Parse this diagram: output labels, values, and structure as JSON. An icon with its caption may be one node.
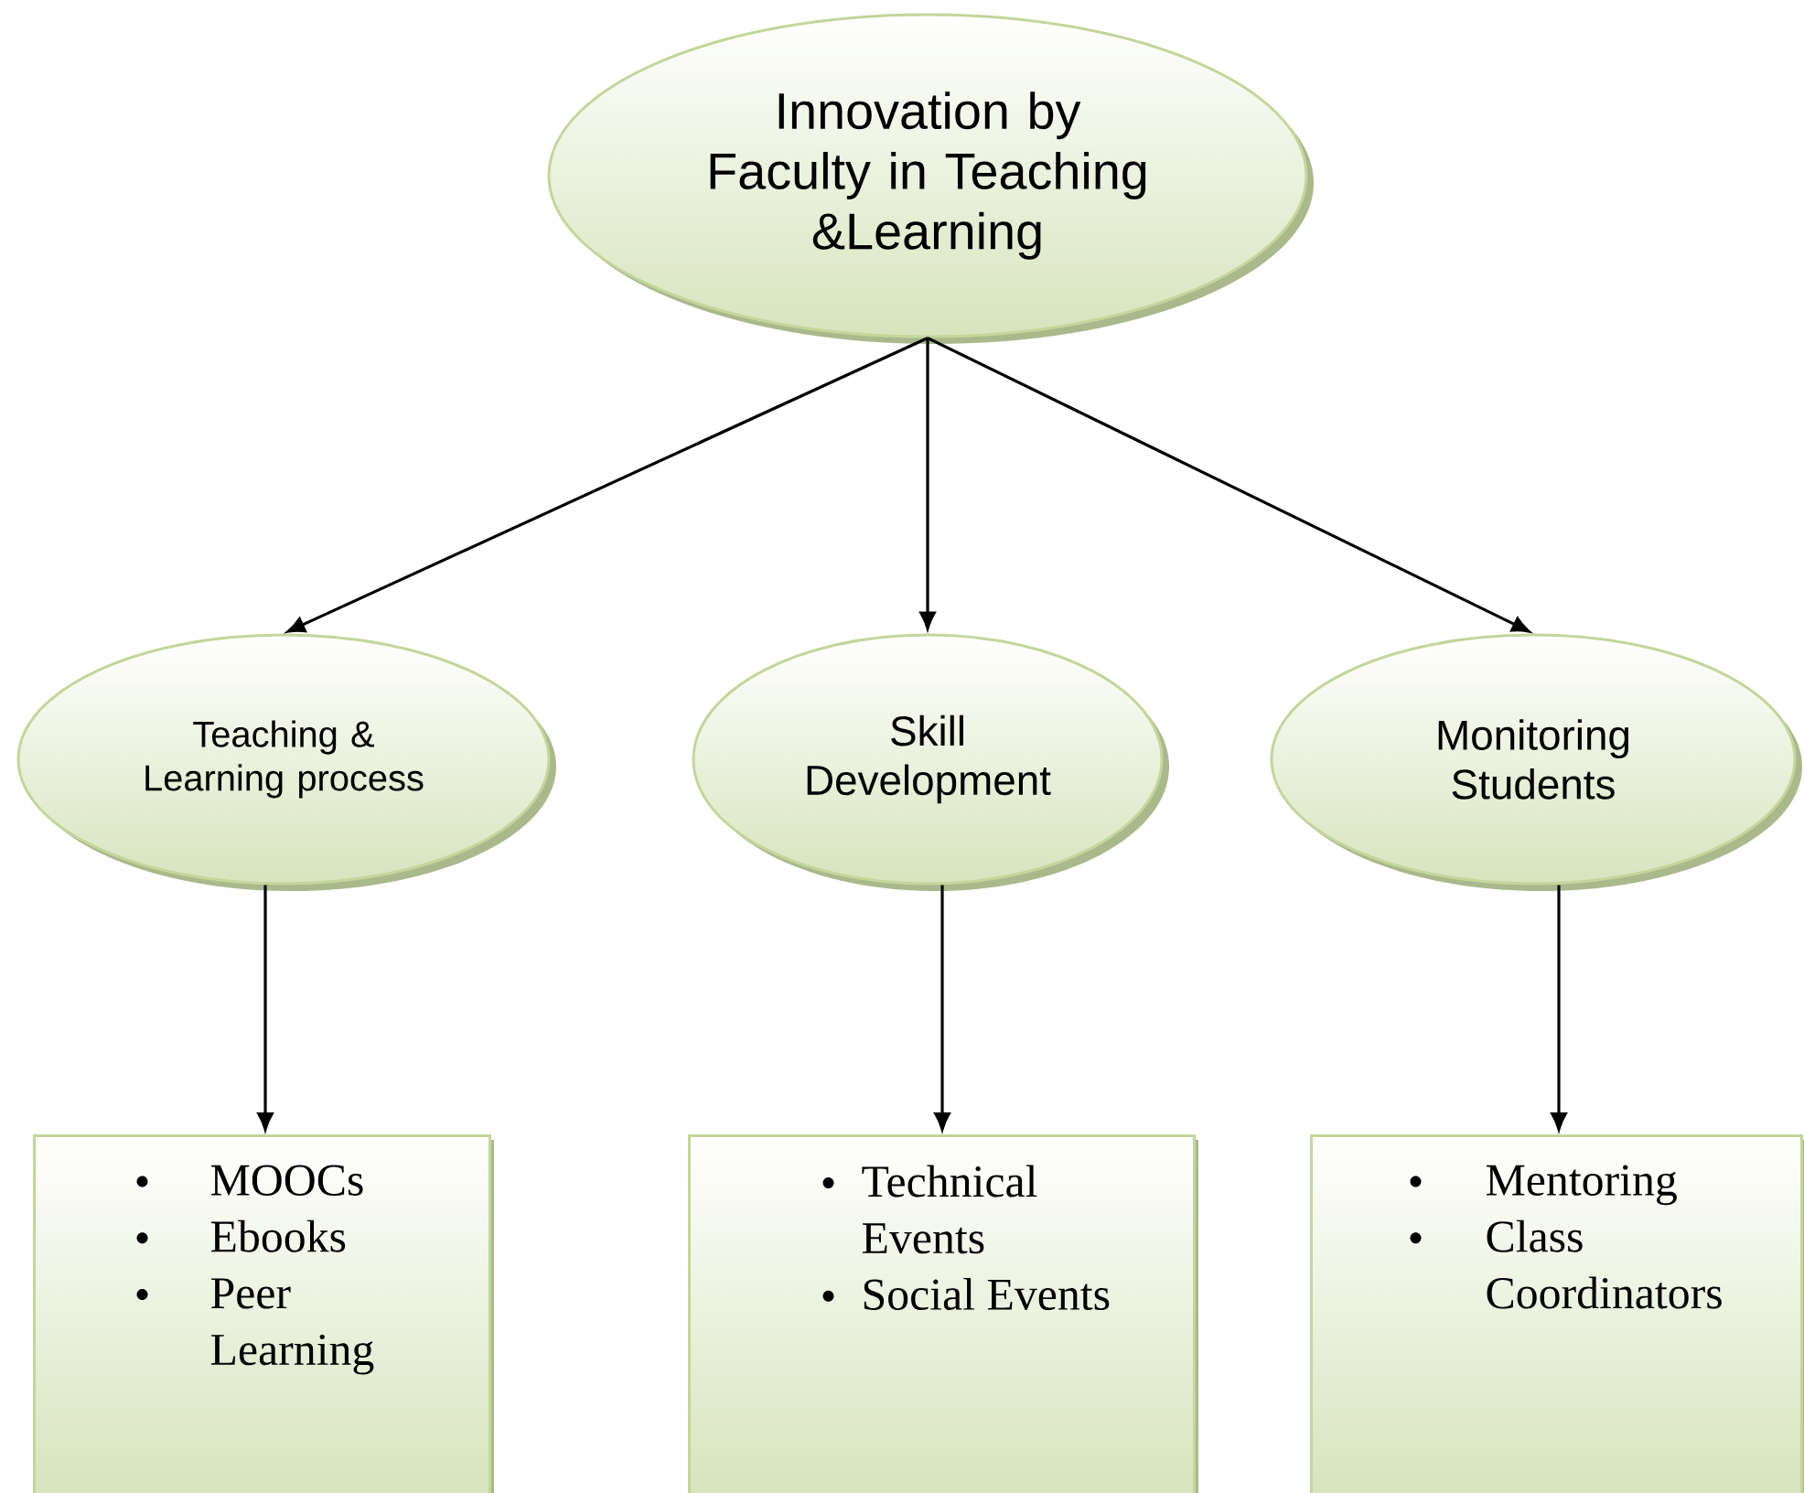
{
  "diagram": {
    "nodes": [
      {
        "text": [
          "Innovation by Faculty in Teaching &Learning"
        ]
      },
      {
        "text": [
          "Teaching & Learning process"
        ]
      },
      {
        "text": [
          "Skill Development"
        ]
      },
      {
        "text": [
          "Monitoring Students"
        ]
      },
      {
        "text": [
          "MOOCs",
          "Ebooks",
          "Peer Learning"
        ]
      },
      {
        "text": [
          "Technical Events",
          "Social Events"
        ]
      },
      {
        "text": [
          "Mentoring",
          "Class Coordinators"
        ]
      }
    ],
    "edges": [
      {
        "from": 0,
        "to": 1,
        "arrow": "to"
      },
      {
        "from": 0,
        "to": 2,
        "arrow": "to"
      },
      {
        "from": 0,
        "to": 3,
        "arrow": "to"
      },
      {
        "from": 1,
        "to": 4,
        "arrow": "to"
      },
      {
        "from": 2,
        "to": 5,
        "arrow": "to"
      },
      {
        "from": 3,
        "to": 6,
        "arrow": "to"
      }
    ]
  }
}
